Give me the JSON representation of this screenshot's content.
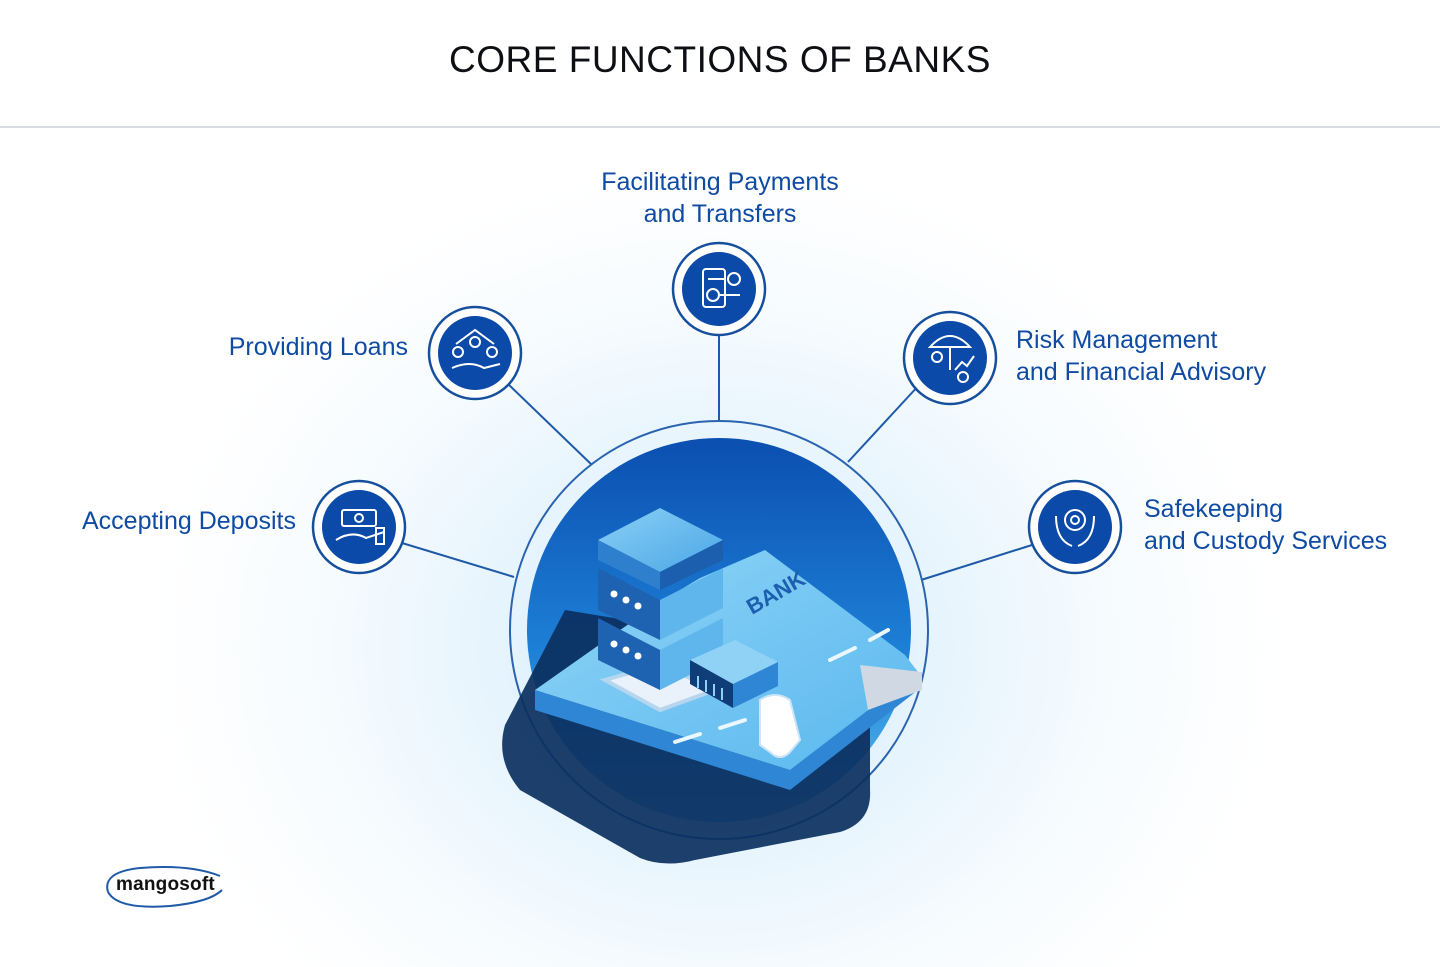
{
  "title": "CORE FUNCTIONS OF BANKS",
  "center": {
    "card_text": "BANK"
  },
  "functions": [
    {
      "id": "payments",
      "line1": "Facilitating Payments",
      "line2": "and Transfers",
      "icon": "phone-money-transfer-icon"
    },
    {
      "id": "loans",
      "line1": "Providing Loans",
      "line2": "",
      "icon": "house-loan-hand-icon"
    },
    {
      "id": "risk",
      "line1": "Risk Management",
      "line2": "and Financial Advisory",
      "icon": "umbrella-advisor-growth-icon"
    },
    {
      "id": "deposits",
      "line1": "Accepting Deposits",
      "line2": "",
      "icon": "cash-hand-icon"
    },
    {
      "id": "safekeeping",
      "line1": "Safekeeping",
      "line2": "and Custody Services",
      "icon": "hands-vault-icon"
    }
  ],
  "brand": {
    "logo_text": "mangosoft"
  },
  "colors": {
    "primary_blue": "#0f4aa3",
    "icon_fill": "#0b4aa8",
    "connector": "#1f5aa8",
    "title": "#0d0f14"
  }
}
